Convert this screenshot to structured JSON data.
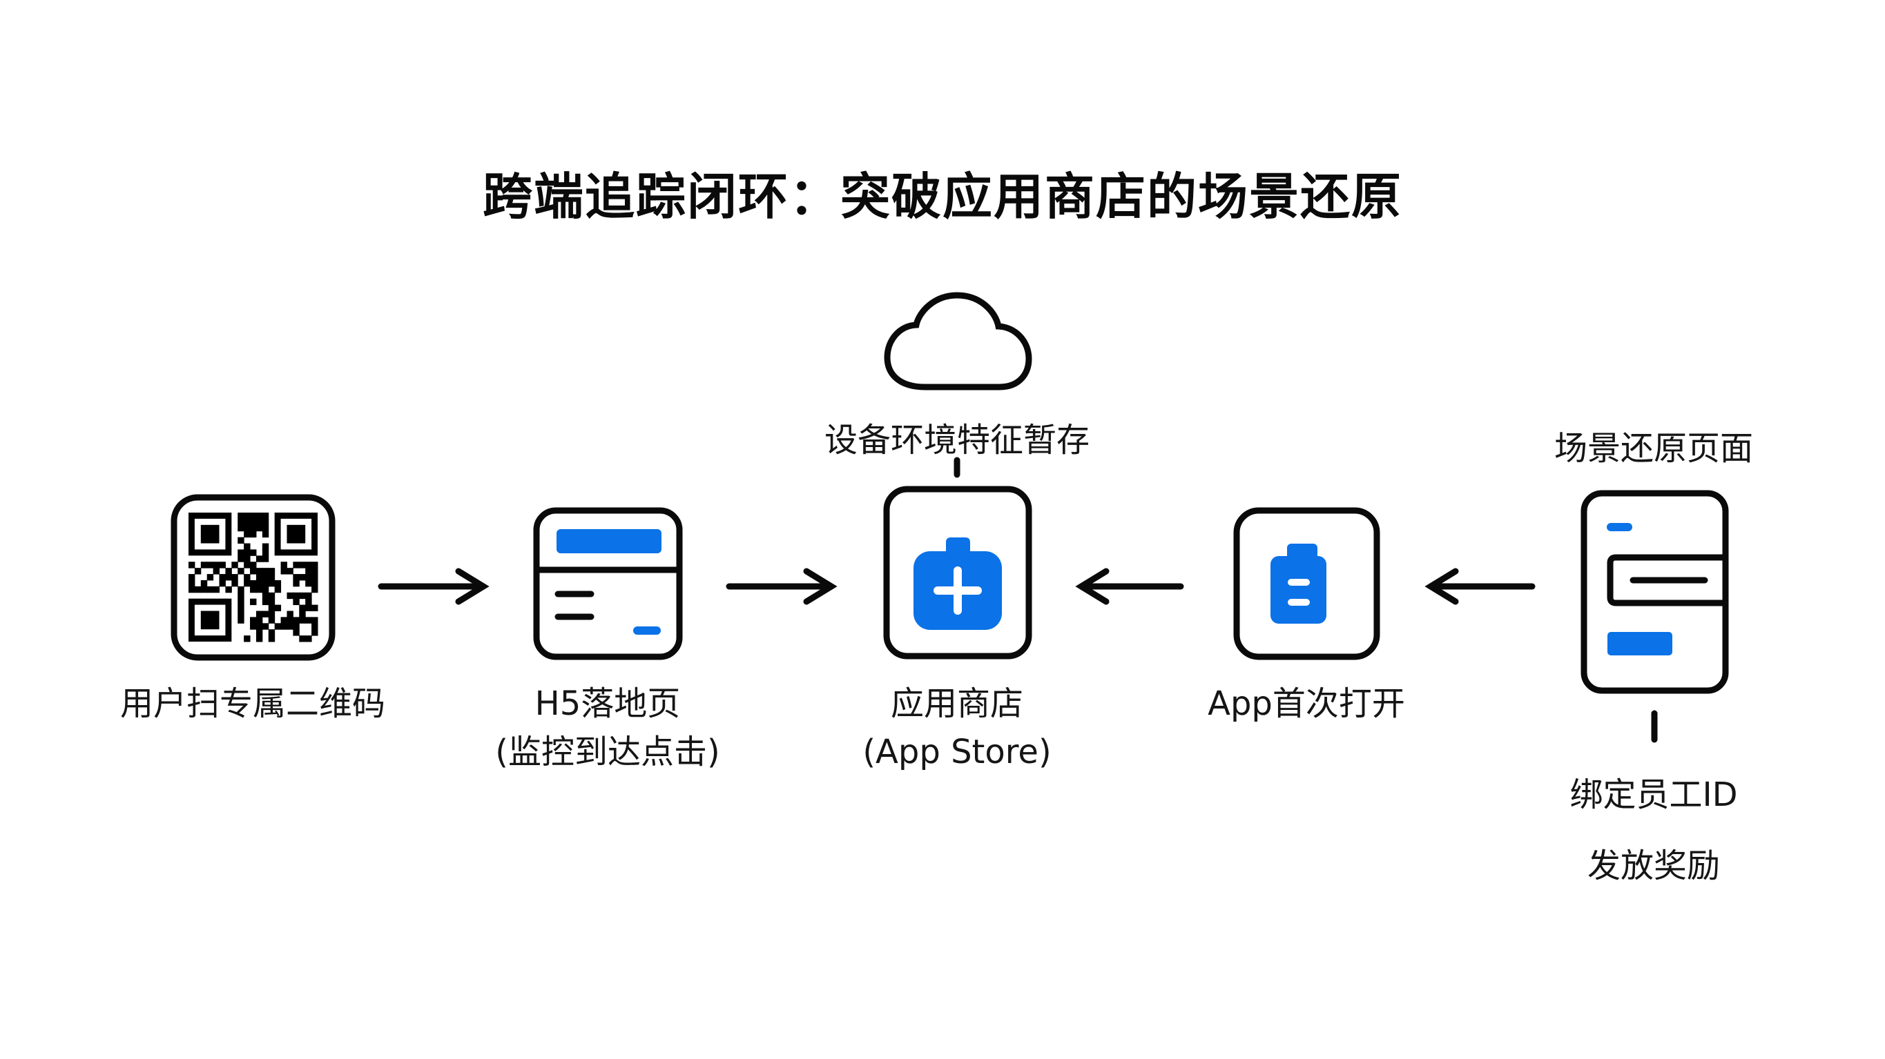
{
  "title": "跨端追踪闭环：突破应用商店的场景还原",
  "colors": {
    "accent": "#0b72e7",
    "stroke": "#0a0a0a",
    "background": "#ffffff"
  },
  "nodes": [
    {
      "id": "qr",
      "icon": "qr-code-icon",
      "lines": [
        "用户扫专属二维码"
      ]
    },
    {
      "id": "h5",
      "icon": "landing-page-icon",
      "lines": [
        "H5落地页",
        "(监控到达点击)"
      ]
    },
    {
      "id": "store",
      "icon": "app-store-bag-plus-icon",
      "lines": [
        "应用商店",
        "(App Store)"
      ]
    },
    {
      "id": "app",
      "icon": "clipboard-icon",
      "lines": [
        "App首次打开"
      ]
    },
    {
      "id": "scene",
      "icon": "scene-page-icon",
      "top_label": "场景还原页面",
      "lines": [
        "绑定员工ID",
        "发放奖励"
      ]
    }
  ],
  "cloud": {
    "icon": "cloud-icon",
    "label": "设备环境特征暂存"
  },
  "edges": [
    {
      "from": "qr",
      "to": "h5",
      "direction": "right"
    },
    {
      "from": "h5",
      "to": "store",
      "direction": "right"
    },
    {
      "from": "app",
      "to": "store",
      "direction": "left"
    },
    {
      "from": "scene",
      "to": "app",
      "direction": "left"
    },
    {
      "from": "store",
      "to": "cloud",
      "direction": "up-connector"
    },
    {
      "from": "scene",
      "to": "reward",
      "direction": "down-connector"
    }
  ]
}
